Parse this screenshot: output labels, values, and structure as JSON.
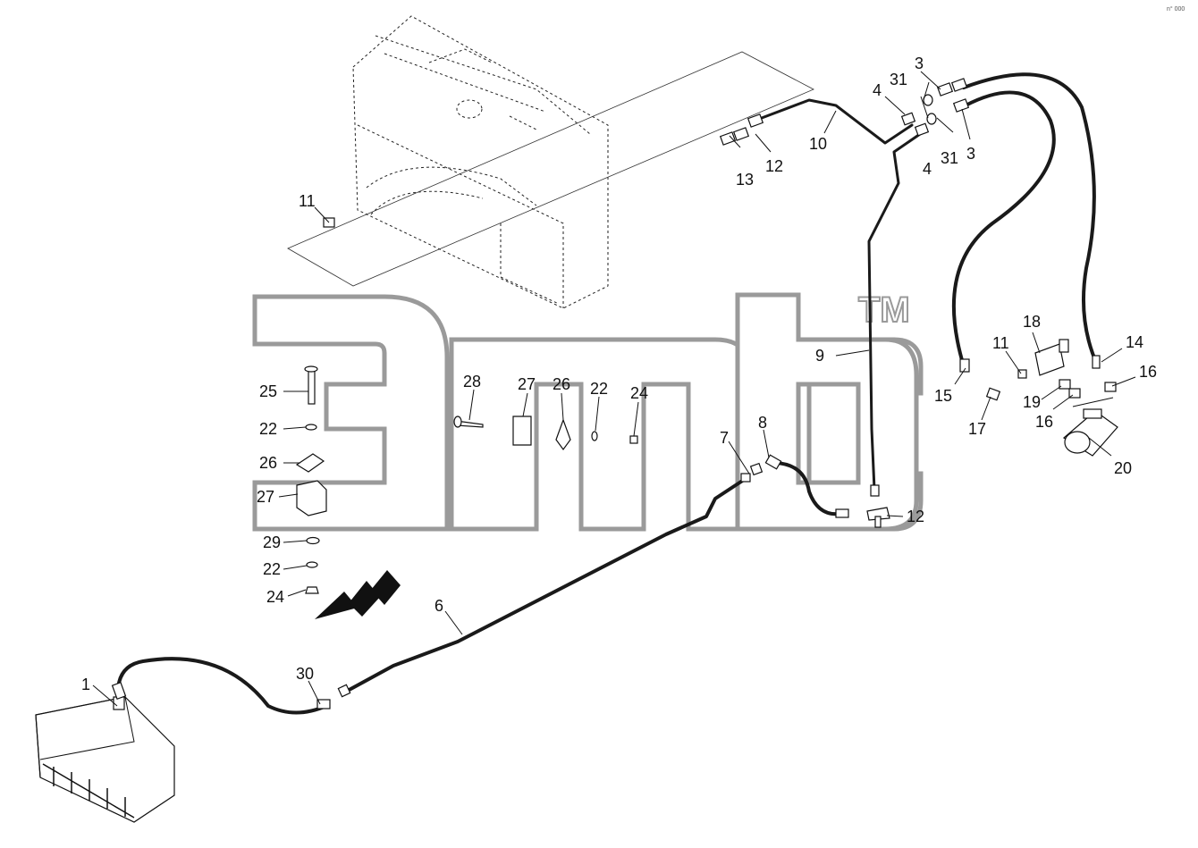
{
  "diagram": {
    "watermark": {
      "logo_lettering": "aмcb",
      "trademark": "TM"
    },
    "corner_text": "n° 000",
    "callouts": [
      {
        "id": "1",
        "text": "1"
      },
      {
        "id": "3a",
        "text": "3"
      },
      {
        "id": "3b",
        "text": "3"
      },
      {
        "id": "4a",
        "text": "4"
      },
      {
        "id": "4b",
        "text": "4"
      },
      {
        "id": "6",
        "text": "6"
      },
      {
        "id": "7",
        "text": "7"
      },
      {
        "id": "8",
        "text": "8"
      },
      {
        "id": "9",
        "text": "9"
      },
      {
        "id": "10",
        "text": "10"
      },
      {
        "id": "11a",
        "text": "11"
      },
      {
        "id": "11b",
        "text": "11"
      },
      {
        "id": "12a",
        "text": "12"
      },
      {
        "id": "12b",
        "text": "12"
      },
      {
        "id": "13",
        "text": "13"
      },
      {
        "id": "14",
        "text": "14"
      },
      {
        "id": "15",
        "text": "15"
      },
      {
        "id": "16a",
        "text": "16"
      },
      {
        "id": "16b",
        "text": "16"
      },
      {
        "id": "17",
        "text": "17"
      },
      {
        "id": "18",
        "text": "18"
      },
      {
        "id": "19",
        "text": "19"
      },
      {
        "id": "20",
        "text": "20"
      },
      {
        "id": "22a",
        "text": "22"
      },
      {
        "id": "22b",
        "text": "22"
      },
      {
        "id": "22c",
        "text": "22"
      },
      {
        "id": "24a",
        "text": "24"
      },
      {
        "id": "24b",
        "text": "24"
      },
      {
        "id": "25",
        "text": "25"
      },
      {
        "id": "26a",
        "text": "26"
      },
      {
        "id": "26b",
        "text": "26"
      },
      {
        "id": "27a",
        "text": "27"
      },
      {
        "id": "27b",
        "text": "27"
      },
      {
        "id": "28",
        "text": "28"
      },
      {
        "id": "29",
        "text": "29"
      },
      {
        "id": "30",
        "text": "30"
      },
      {
        "id": "31a",
        "text": "31"
      },
      {
        "id": "31b",
        "text": "31"
      }
    ]
  }
}
